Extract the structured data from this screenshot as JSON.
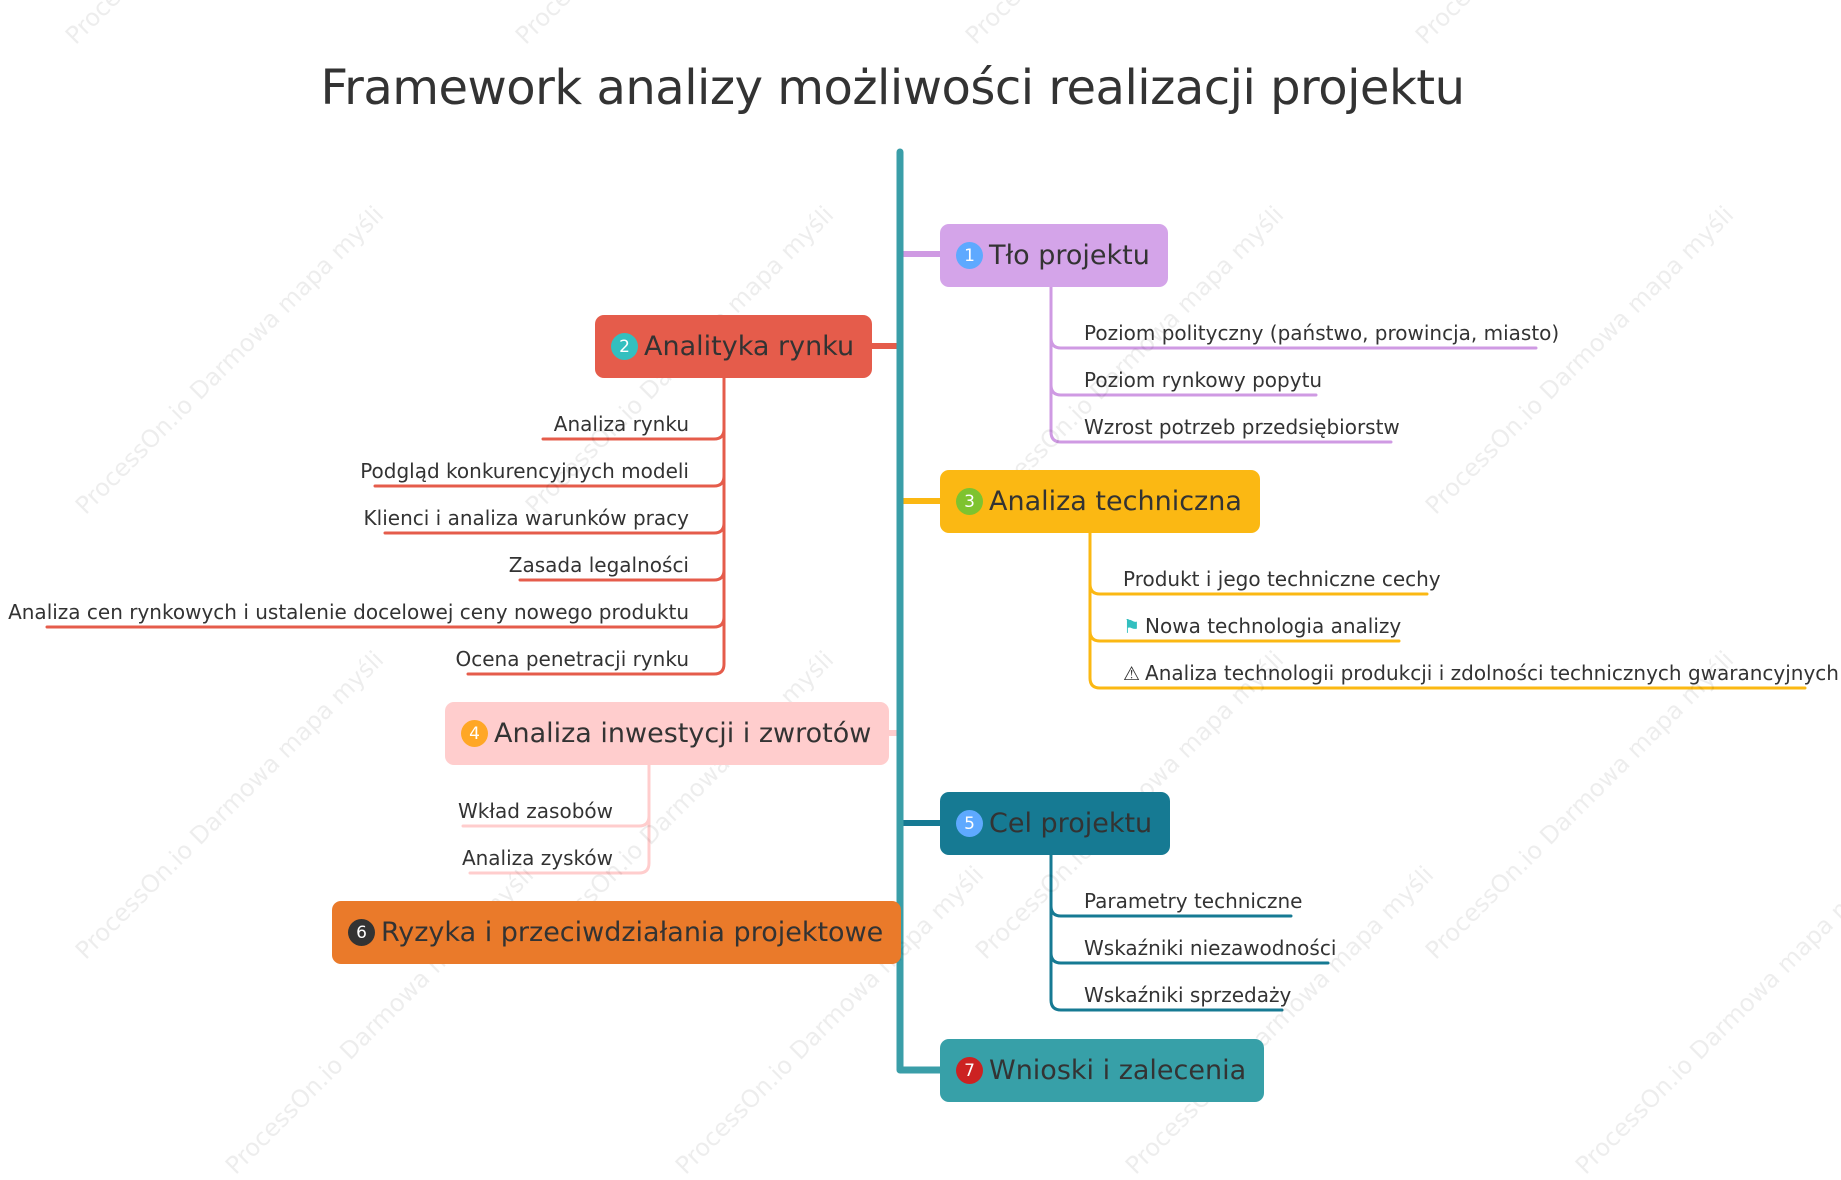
{
  "title": "Framework analizy możliwości realizacji projektu",
  "watermark": "ProcessOn.io Darmowa mapa myśli",
  "colors": {
    "trunk": "#3a9ea8",
    "purple": "#cf9ae3",
    "red": "#e55c4b",
    "yellow": "#fbb813",
    "pink": "#ffcdcd",
    "orange": "#ea7a2a",
    "teal_dark": "#167a93",
    "teal": "#37a0a8"
  },
  "topics": [
    {
      "num": "1",
      "label": "Tło projektu",
      "badge_color": "#5ea9ff",
      "node_color": "#d4a4e9",
      "line_color": "#cf9ae3",
      "children": [
        {
          "label": "Poziom polityczny (państwo, prowincja, miasto)"
        },
        {
          "label": "Poziom rynkowy popytu"
        },
        {
          "label": "Wzrost potrzeb przedsiębiorstw"
        }
      ]
    },
    {
      "num": "2",
      "label": "Analityka rynku",
      "badge_color": "#33bfbf",
      "node_color": "#e55c4b",
      "line_color": "#e55c4b",
      "children": [
        {
          "label": "Analiza rynku"
        },
        {
          "label": "Podgląd konkurencyjnych modeli"
        },
        {
          "label": "Klienci i analiza warunków pracy"
        },
        {
          "label": "Zasada legalności"
        },
        {
          "label": "Analiza cen rynkowych i ustalenie docelowej ceny nowego produktu"
        },
        {
          "label": "Ocena penetracji rynku"
        }
      ]
    },
    {
      "num": "3",
      "label": "Analiza techniczna",
      "badge_color": "#7ec32f",
      "node_color": "#fbb813",
      "line_color": "#fbb813",
      "children": [
        {
          "label": "Produkt i jego techniczne cechy",
          "icon": ""
        },
        {
          "label": "Nowa technologia analizy",
          "icon": "flag-icon",
          "icon_color": "#33bfbf"
        },
        {
          "label": "Analiza technologii produkcji i zdolności technicznych gwarancyjnych",
          "icon": "warning-icon",
          "icon_color": "#333333"
        }
      ]
    },
    {
      "num": "4",
      "label": "Analiza inwestycji i zwrotów",
      "badge_color": "#ffa726",
      "node_color": "#ffcdcd",
      "line_color": "#ffcdcd",
      "children": [
        {
          "label": "Wkład zasobów"
        },
        {
          "label": "Analiza zysków"
        }
      ]
    },
    {
      "num": "5",
      "label": "Cel projektu",
      "badge_color": "#5ea9ff",
      "node_color": "#167a93",
      "line_color": "#167a93",
      "children": [
        {
          "label": "Parametry techniczne"
        },
        {
          "label": "Wskaźniki niezawodności"
        },
        {
          "label": "Wskaźniki sprzedaży"
        }
      ]
    },
    {
      "num": "6",
      "label": "Ryzyka i przeciwdziałania projektowe",
      "badge_color": "#333333",
      "node_color": "#ea7a2a",
      "line_color": "#ea7a2a",
      "children": []
    },
    {
      "num": "7",
      "label": "Wnioski i zalecenia",
      "badge_color": "#cc2222",
      "node_color": "#37a0a8",
      "line_color": "#37a0a8",
      "children": []
    }
  ]
}
